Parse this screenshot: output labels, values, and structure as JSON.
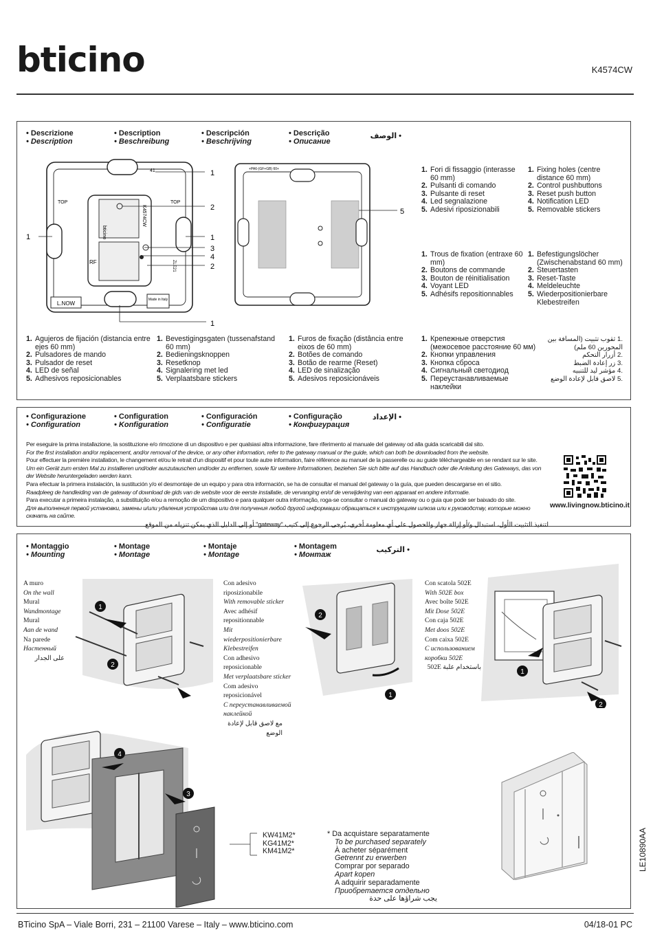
{
  "brand": "bticino",
  "model_code": "K4574CW",
  "sections": {
    "description": {
      "headers": [
        {
          "a": "• Descrizione",
          "b": "• Description"
        },
        {
          "a": "• Description",
          "b": "• Beschreibung"
        },
        {
          "a": "• Descripción",
          "b": "• Beschrijving"
        },
        {
          "a": "• Descrição",
          "b": "• Описание"
        }
      ],
      "header_ar": "• الوصف",
      "callouts": {
        "c1": "1",
        "c2": "2",
        "c3": "3",
        "c4": "4",
        "c5": "5"
      },
      "device_labels": {
        "top": "TOP",
        "rf": "RF",
        "lnow": "L.NOW",
        "made": "Made in Italy",
        "model": "K4574CW",
        "brand": "bticino",
        "num41": "41",
        "zle": "ZLE21",
        "back_text": "+PA6-(GF+GB) 60+"
      },
      "lists": {
        "it": [
          "Fori di fissaggio (interasse 60 mm)",
          "Pulsanti di comando",
          "Pulsante di reset",
          "Led segnalazione",
          "Adesivi riposizionabili"
        ],
        "en": [
          "Fixing holes (centre distance 60 mm)",
          "Control pushbuttons",
          "Reset push button",
          "Notification LED",
          "Removable stickers"
        ],
        "fr": [
          "Trous de fixation (entraxe 60 mm)",
          "Boutons de commande",
          "Bouton de réinitialisation",
          "Voyant LED",
          "Adhésifs repositionnables"
        ],
        "de": [
          "Befestigungslöcher (Zwischenabstand 60 mm)",
          "Steuertasten",
          "Reset-Taste",
          "Meldeleuchte",
          "Wiederpositionierbare Klebestreifen"
        ],
        "es": [
          "Agujeros de fijación (distancia entre ejes 60 mm)",
          "Pulsadores de mando",
          "Pulsador de reset",
          "LED de señal",
          "Adhesivos reposicionables"
        ],
        "nl": [
          "Bevestigingsgaten (tussenafstand 60 mm)",
          "Bedieningsknoppen",
          "Resetknop",
          "Signalering met led",
          "Verplaatsbare stickers"
        ],
        "pt": [
          "Furos de fixação (distância entre eixos de 60 mm)",
          "Botões de comando",
          "Botão de rearme (Reset)",
          "LED de sinalização",
          "Adesivos reposicionáveis"
        ],
        "ru": [
          "Крепежные отверстия (межосевое расстояние 60 мм)",
          "Кнопки управления",
          "Кнопка сброса",
          "Сигнальный светодиод",
          "Переустанавливаемые наклейки"
        ],
        "ar": [
          ".1 ثقوب تثبيت (المسافة بين المحورين 60 ملم)",
          ".2 أزرار التحكم",
          ".3 زر إعادة الضبط",
          ".4 مؤشر ليد للتنبيه",
          ".5 لاصق قابل لإعادة الوضع"
        ]
      }
    },
    "configuration": {
      "headers": [
        {
          "a": "• Configurazione",
          "b": "• Configuration"
        },
        {
          "a": "• Configuration",
          "b": "• Konfiguration"
        },
        {
          "a": "• Configuración",
          "b": "• Configuratie"
        },
        {
          "a": "• Configuração",
          "b": "• Конфигурация"
        }
      ],
      "header_ar": "• الإعداد",
      "lines": [
        "Per eseguire la prima installazione, la sostituzione e/o rimozione di un dispositivo e per qualsiasi altra informazione, fare riferimento al manuale del gateway od alla guida scaricabili dal sito.",
        "For the first installation and/or replacement, and/or removal of the device, or any other information, refer to the gateway manual or the guide, which can both be downloaded from the website.",
        "Pour effectuer la première installation, le changement et/ou le retrait d'un dispositif et pour toute autre information, faire référence au manuel de la passerelle ou au guide téléchargeable en se rendant sur le site.",
        "Um ein Gerät zum ersten Mal zu installieren und/oder auszutauschen und/oder zu entfernen, sowie für weitere Informationen, beziehen Sie sich bitte auf das Handbuch oder die Anleitung des Gateways, das von der Website heruntergeladen werden kann.",
        "Para efectuar la primera instalación, la sustitución y/o el desmontaje de un equipo y para otra información, se ha de consultar el manual del gateway o la guía, que pueden descargarse en el sitio.",
        "Raadpleeg de handleiding van de gateway of download de gids van de website voor de eerste installatie, de vervanging en/of de verwijdering van een apparaat en andere informatie.",
        "Para executar a primeira instalação, a substituição e/ou a remoção de um dispositivo e para qualquer outra informação, roga-se consultar o manual do gateway ou o guia que pode ser baixado do site.",
        "Для выполнения первой установки, замены и/или удаления устройства или для получения любой другой информации обращаться к инструкциям шлюза или к руководству, которые можно скачать на сайте.",
        "لتنفيذ التثبيت الأول، استبدال و/أو إزالة جهاز وللحصول على أي معلومة أخرى، يُرجى الرجوع إلى كتيب \"gateway\" أو إلى الدليل الذي يمكن تنزيله من الموقع."
      ],
      "website": "www.livingnow.bticino.it"
    },
    "mounting": {
      "headers": [
        {
          "a": "• Montaggio",
          "b": "• Mounting"
        },
        {
          "a": "• Montage",
          "b": "• Montage"
        },
        {
          "a": "• Montaje",
          "b": "• Montage"
        },
        {
          "a": "• Montagem",
          "b": "• Монтаж"
        }
      ],
      "header_ar": "• التركيب",
      "wall": [
        "A muro",
        "On the wall",
        "Mural",
        "Wandmontage",
        "Mural",
        "Aan de wand",
        "Na parede",
        "Настенный",
        "على الجدار"
      ],
      "sticker": [
        "Con adesivo riposizionabile",
        "With removable sticker",
        "Avec adhésif repositionnable",
        "Mit wiederpositionierbare Klebestreifen",
        "Con adhesivo reposicionable",
        "Met verplaatsbare sticker",
        "Com adesivo reposicionável",
        "С переустанавливаемой наклейкой",
        "مع لاصق قابل لإعادة الوضع"
      ],
      "box": [
        "Con scatola 502E",
        "With 502E box",
        "Avec boîte 502E",
        "Mit Dose 502E",
        "Con caja 502E",
        "Met doos 502E",
        "Com caixa 502E",
        "С использованием коробки 502E",
        "باستخدام علبة 502E"
      ],
      "codes": [
        "KW41M2*",
        "KG41M2*",
        "KM41M2*"
      ],
      "note": [
        "*  Da acquistare separatamente",
        "To be purchased separately",
        "À acheter séparément",
        "Getrennt zu erwerben",
        "Comprar por separado",
        "Apart kopen",
        "A adquirir separadamente",
        "Приобретается отдельно",
        "يجب شراؤها على حدة"
      ],
      "steps": {
        "s1": "1",
        "s2": "2",
        "s3": "3",
        "s4": "4"
      }
    }
  },
  "footer": {
    "left": "BTicino SpA – Viale Borri, 231 – 21100 Varese – Italy – www.bticino.com",
    "right": "04/18-01 PC",
    "doc_code": "LE10890AA"
  },
  "colors": {
    "ink": "#1a1a1a",
    "gray": "#cfcfcf",
    "panel": "#7a7a7a"
  }
}
